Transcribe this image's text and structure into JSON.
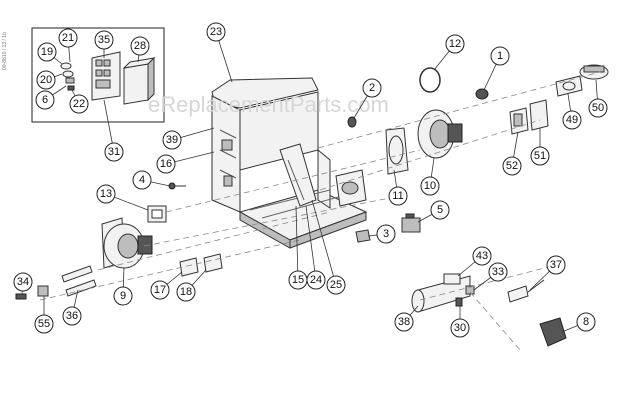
{
  "watermark": "eReplacementParts.com",
  "side_code": "00-8810 / 13 / 1b",
  "callouts": [
    {
      "id": "1"
    },
    {
      "id": "2"
    },
    {
      "id": "3"
    },
    {
      "id": "4"
    },
    {
      "id": "5"
    },
    {
      "id": "6"
    },
    {
      "id": "8"
    },
    {
      "id": "9"
    },
    {
      "id": "10"
    },
    {
      "id": "11"
    },
    {
      "id": "12"
    },
    {
      "id": "13"
    },
    {
      "id": "15"
    },
    {
      "id": "16"
    },
    {
      "id": "17"
    },
    {
      "id": "18"
    },
    {
      "id": "19"
    },
    {
      "id": "20"
    },
    {
      "id": "21"
    },
    {
      "id": "22"
    },
    {
      "id": "23"
    },
    {
      "id": "24"
    },
    {
      "id": "25"
    },
    {
      "id": "28"
    },
    {
      "id": "30"
    },
    {
      "id": "31"
    },
    {
      "id": "33"
    },
    {
      "id": "34"
    },
    {
      "id": "35"
    },
    {
      "id": "36"
    },
    {
      "id": "37"
    },
    {
      "id": "38"
    },
    {
      "id": "39"
    },
    {
      "id": "43"
    },
    {
      "id": "49"
    },
    {
      "id": "50"
    },
    {
      "id": "51"
    },
    {
      "id": "52"
    },
    {
      "id": "55"
    }
  ]
}
